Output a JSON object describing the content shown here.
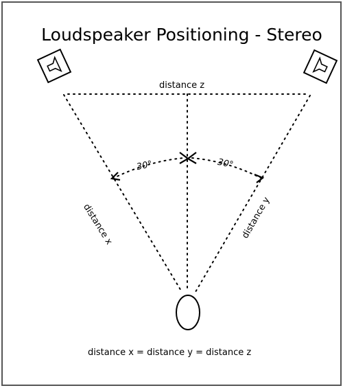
{
  "title": "Loudspeaker Positioning - Stereo",
  "labels": {
    "distance_z": "distance z",
    "distance_x": "distance x",
    "distance_y": "distance y",
    "angle_left": "30°",
    "angle_right": "30°",
    "equation": "distance x = distance y = distance z"
  },
  "colors": {
    "line": "#000000",
    "frame": "#555555"
  }
}
